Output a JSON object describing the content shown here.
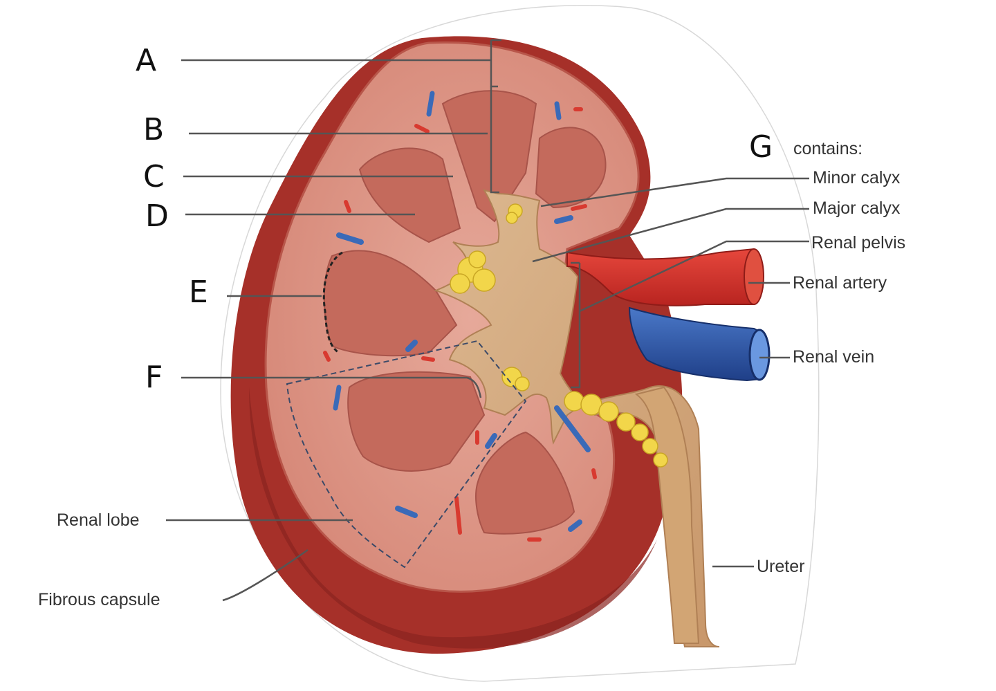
{
  "diagram": {
    "letters": {
      "a": "A",
      "b": "B",
      "c": "C",
      "d": "D",
      "e": "E",
      "f": "F",
      "g": "G"
    },
    "g_suffix": "contains:",
    "labels": {
      "minor_calyx": "Minor calyx",
      "major_calyx": "Major calyx",
      "renal_pelvis": "Renal pelvis",
      "renal_artery": "Renal artery",
      "renal_vein": "Renal vein",
      "ureter": "Ureter",
      "renal_lobe": "Renal lobe",
      "fibrous_capsule": "Fibrous capsule"
    },
    "colors": {
      "capsule": "#a8302c",
      "cortex": "#d98f80",
      "pyramid": "#c26a5c",
      "pelvis": "#d6ad82",
      "fat": "#f2d64a",
      "artery": "#d8302a",
      "vein": "#2f5aa8",
      "leader": "#555555"
    }
  }
}
